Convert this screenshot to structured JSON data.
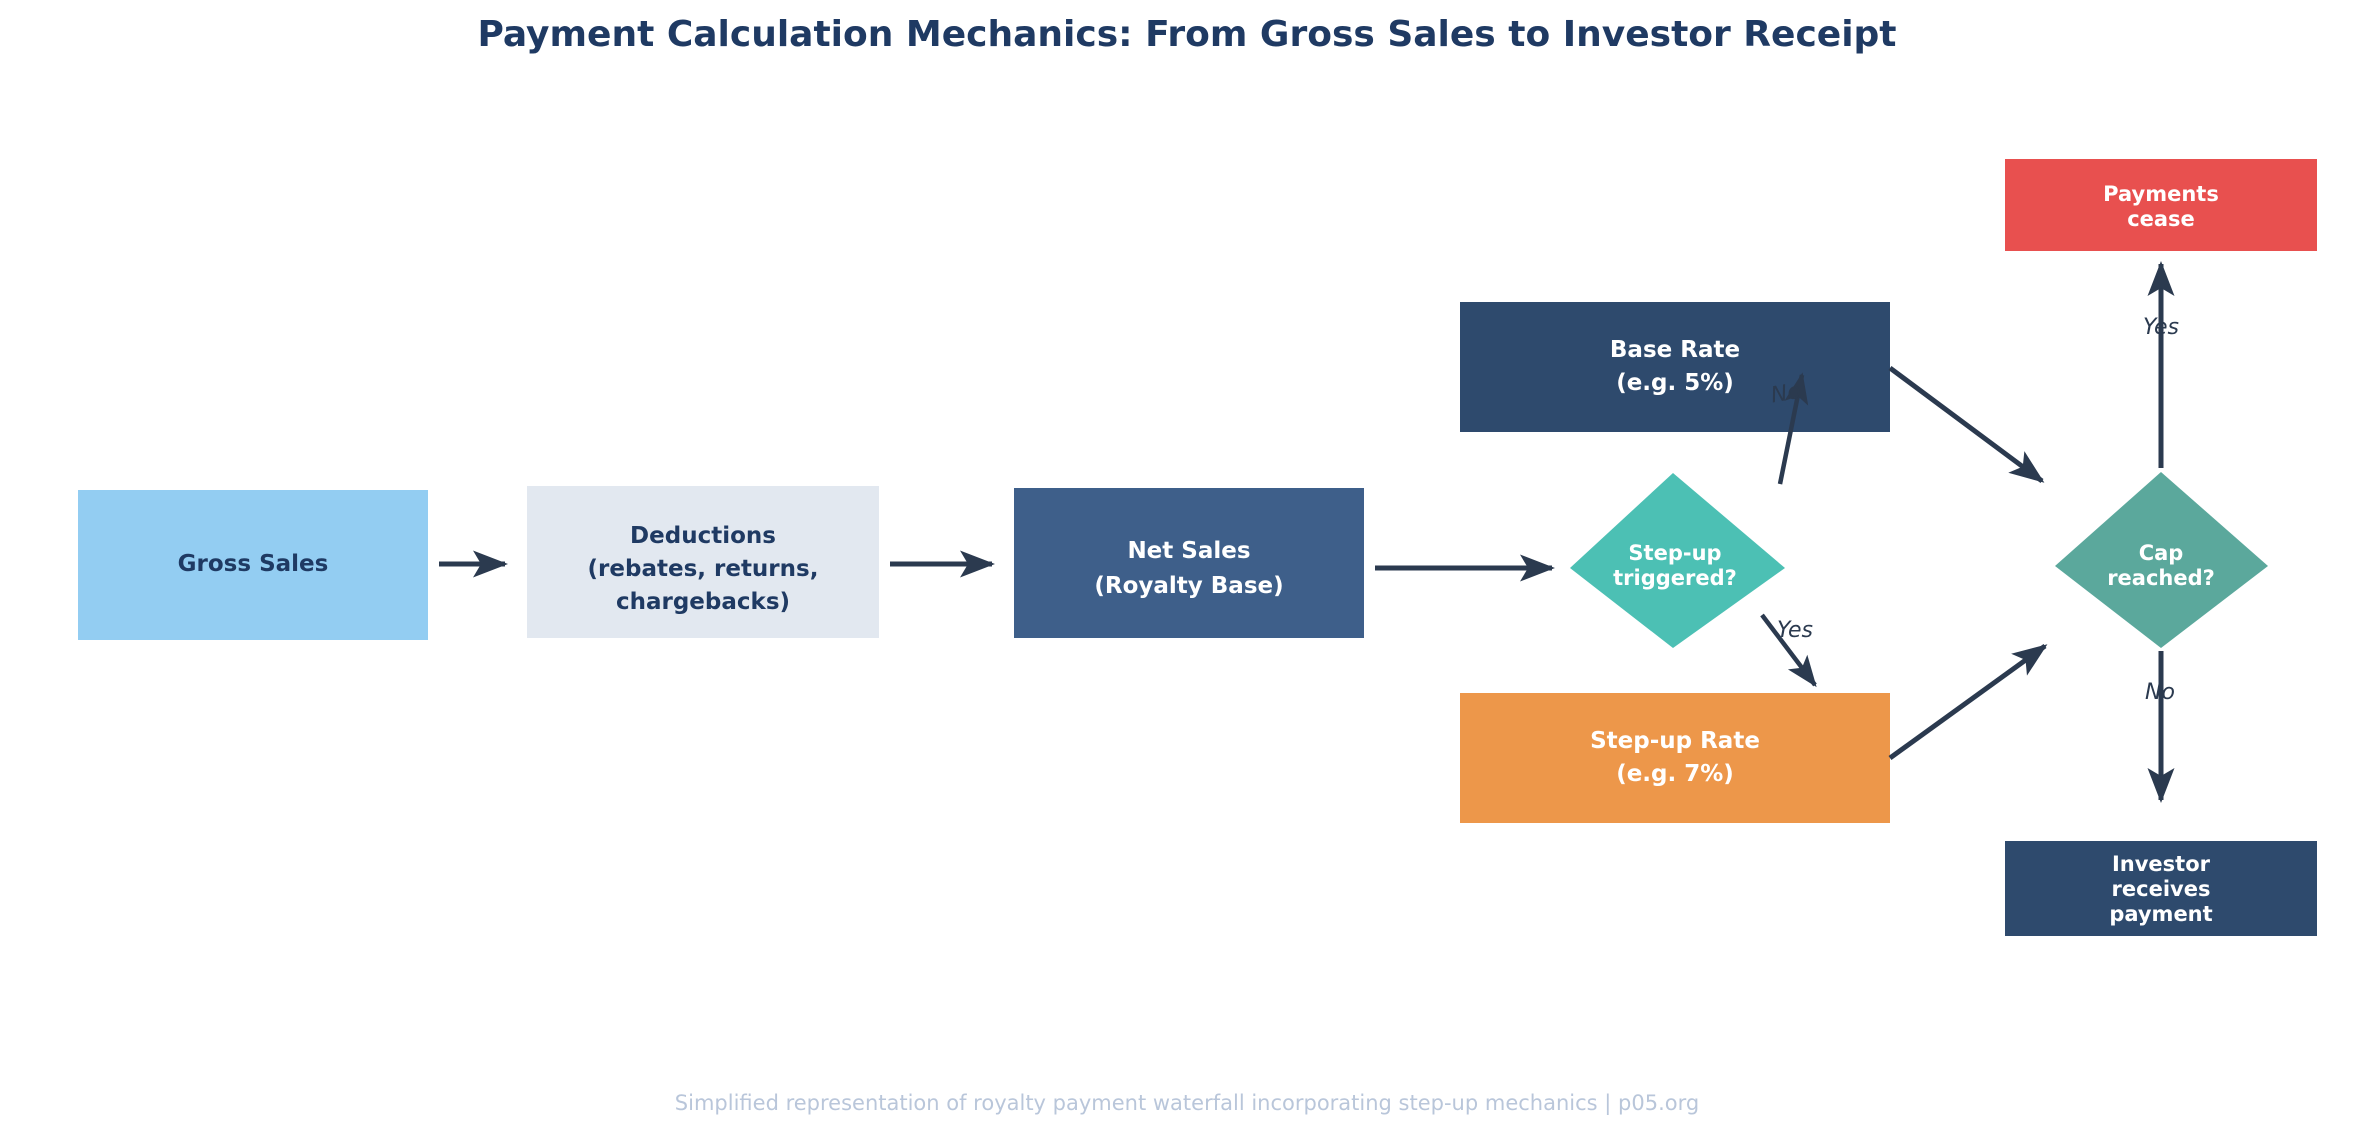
{
  "page": {
    "title": "Payment Calculation Mechanics: From Gross Sales to Investor Receipt",
    "footer": "Simplified representation of royalty payment waterfall incorporating step-up mechanics | p05.org",
    "background": "#ffffff"
  },
  "colors": {
    "title": "#1f3a63",
    "gross_sales_fill": "#93cdf2",
    "deductions_fill": "#e2e8f0",
    "net_sales_fill": "#3e5f8a",
    "base_rate_fill": "#2e4a6d",
    "stepup_rate_fill": "#ed974a",
    "payments_cease_fill": "#e8504f",
    "investor_fill": "#2e4a6d",
    "decision_stepup_fill": "#4cc0b4",
    "decision_cap_fill": "#5ba89c",
    "arrow": "#2b3a4f",
    "footer_text": "#b9c6da"
  },
  "nodes": {
    "gross_sales": {
      "label": "Gross Sales",
      "lines": [
        "Gross Sales"
      ],
      "shape": "rect",
      "text_color": "dark"
    },
    "deductions": {
      "label": "Deductions (rebates, returns, chargebacks)",
      "lines": [
        "Deductions",
        "(rebates, returns,",
        "chargebacks)"
      ],
      "shape": "rect",
      "text_color": "dark"
    },
    "net_sales": {
      "label": "Net Sales (Royalty Base)",
      "lines": [
        "Net Sales",
        "(Royalty Base)"
      ],
      "shape": "rect",
      "text_color": "light"
    },
    "stepup_decision": {
      "label": "Step-up triggered?",
      "lines": [
        "Step-up",
        "triggered?"
      ],
      "shape": "diamond",
      "text_color": "light"
    },
    "base_rate": {
      "label": "Base Rate (e.g. 5%)",
      "lines": [
        "Base Rate",
        "(e.g. 5%)"
      ],
      "shape": "rect",
      "text_color": "light"
    },
    "stepup_rate": {
      "label": "Step-up Rate (e.g. 7%)",
      "lines": [
        "Step-up Rate",
        "(e.g. 7%)"
      ],
      "shape": "rect",
      "text_color": "light"
    },
    "cap_decision": {
      "label": "Cap reached?",
      "lines": [
        "Cap",
        "reached?"
      ],
      "shape": "diamond",
      "text_color": "light"
    },
    "payments_cease": {
      "label": "Payments cease",
      "lines": [
        "Payments",
        "cease"
      ],
      "shape": "rect",
      "text_color": "light"
    },
    "investor_payment": {
      "label": "Investor receives payment",
      "lines": [
        "Investor",
        "receives",
        "payment"
      ],
      "shape": "rect",
      "text_color": "light"
    }
  },
  "edges": [
    {
      "from": "gross_sales",
      "to": "deductions",
      "label": ""
    },
    {
      "from": "deductions",
      "to": "net_sales",
      "label": ""
    },
    {
      "from": "net_sales",
      "to": "stepup_decision",
      "label": ""
    },
    {
      "from": "stepup_decision",
      "to": "base_rate",
      "label": "No"
    },
    {
      "from": "stepup_decision",
      "to": "stepup_rate",
      "label": "Yes"
    },
    {
      "from": "base_rate",
      "to": "cap_decision",
      "label": ""
    },
    {
      "from": "stepup_rate",
      "to": "cap_decision",
      "label": ""
    },
    {
      "from": "cap_decision",
      "to": "payments_cease",
      "label": "Yes"
    },
    {
      "from": "cap_decision",
      "to": "investor_payment",
      "label": "No"
    }
  ],
  "edge_labels": {
    "stepup_no": "No",
    "stepup_yes": "Yes",
    "cap_yes": "Yes",
    "cap_no": "No"
  }
}
